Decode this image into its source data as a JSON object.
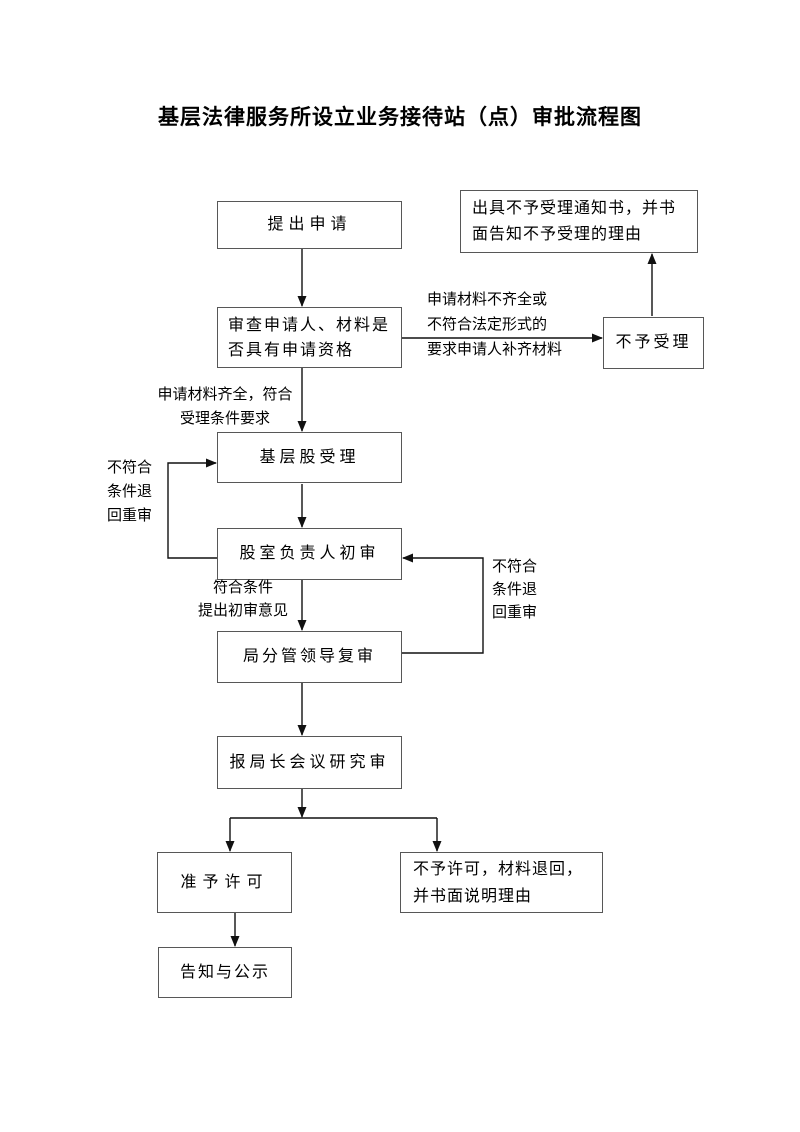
{
  "title": "基层法律服务所设立业务接待站（点）审批流程图",
  "nodes": {
    "submit": {
      "label": "提出申请"
    },
    "review_qualification": {
      "label": "审查申请人、材料是\n否具有申请资格"
    },
    "rejection_notice": {
      "label": "出具不予受理通知书，并书\n面告知不予受理的理由"
    },
    "not_accepted": {
      "label": "不予受理"
    },
    "grassroots_acceptance": {
      "label": "基层股受理"
    },
    "section_head_initial_review": {
      "label": "股室负责人初审"
    },
    "deputy_leader_recheck": {
      "label": "局分管领导复审"
    },
    "bureau_meeting_review": {
      "label": "报局长会议研究审"
    },
    "approve_permit": {
      "label": "准予许可"
    },
    "deny_permit": {
      "label": "不予许可，材料退回，\n并书面说明理由"
    },
    "notify_publicize": {
      "label": "告知与公示"
    }
  },
  "edge_labels": {
    "materials_incomplete": "申请材料不齐全或\n不符合法定形式的\n要求申请人补齐材料",
    "materials_complete": "申请材料齐全，符合\n受理条件要求",
    "left_return_rereview": "不符合\n条件退\n回重审",
    "meets_conditions": "符合条件\n提出初审意见",
    "right_return_rereview": "不符合\n条件退\n回重审"
  },
  "colors": {
    "box_border": "#575757",
    "connector": "#111111",
    "text": "#000000",
    "background": "#ffffff"
  }
}
